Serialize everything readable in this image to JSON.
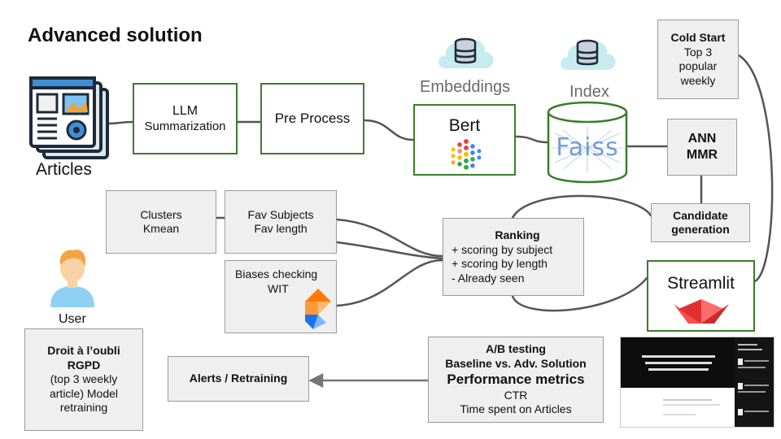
{
  "title": "Advanced solution",
  "nodes": {
    "articles_label": "Articles",
    "llm": {
      "line1": "LLM",
      "line2": "Summarization"
    },
    "preprocess": "Pre Process",
    "embeddings_label": "Embeddings",
    "index_label": "Index",
    "bert": "Bert",
    "faiss_logo": "Faiss",
    "cold_start": {
      "line1": "Cold Start",
      "line2": "Top 3",
      "line3": "popular",
      "line4": "weekly"
    },
    "ann": {
      "line1": "ANN",
      "line2": "MMR"
    },
    "candidate": {
      "line1": "Candidate",
      "line2": "generation"
    },
    "clusters": {
      "line1": "Clusters",
      "line2": "Kmean"
    },
    "fav": {
      "line1": "Fav Subjects",
      "line2": "Fav length"
    },
    "biases": {
      "line1": "Biases checking",
      "line2": "WIT"
    },
    "ranking": {
      "title": "Ranking",
      "line1": "+ scoring by subject",
      "line2": "+ scoring by length",
      "line3": "- Already seen"
    },
    "streamlit": "Streamlit",
    "user_label": "User",
    "droit": {
      "line1": "Droit à l’oubli",
      "line2": "RGPD",
      "line3": "(top 3 weekly",
      "line4": "article) Model",
      "line5": "retraining"
    },
    "alerts": "Alerts / Retraining",
    "ab": {
      "line1": "A/B testing",
      "line2": "Baseline vs. Adv. Solution",
      "line3": "Performance metrics",
      "line4": "CTR",
      "line5": "Time spent on Articles"
    }
  },
  "colors": {
    "green_border": "#3a7d2c",
    "grey_fill": "#efefef",
    "line": "#555555"
  }
}
